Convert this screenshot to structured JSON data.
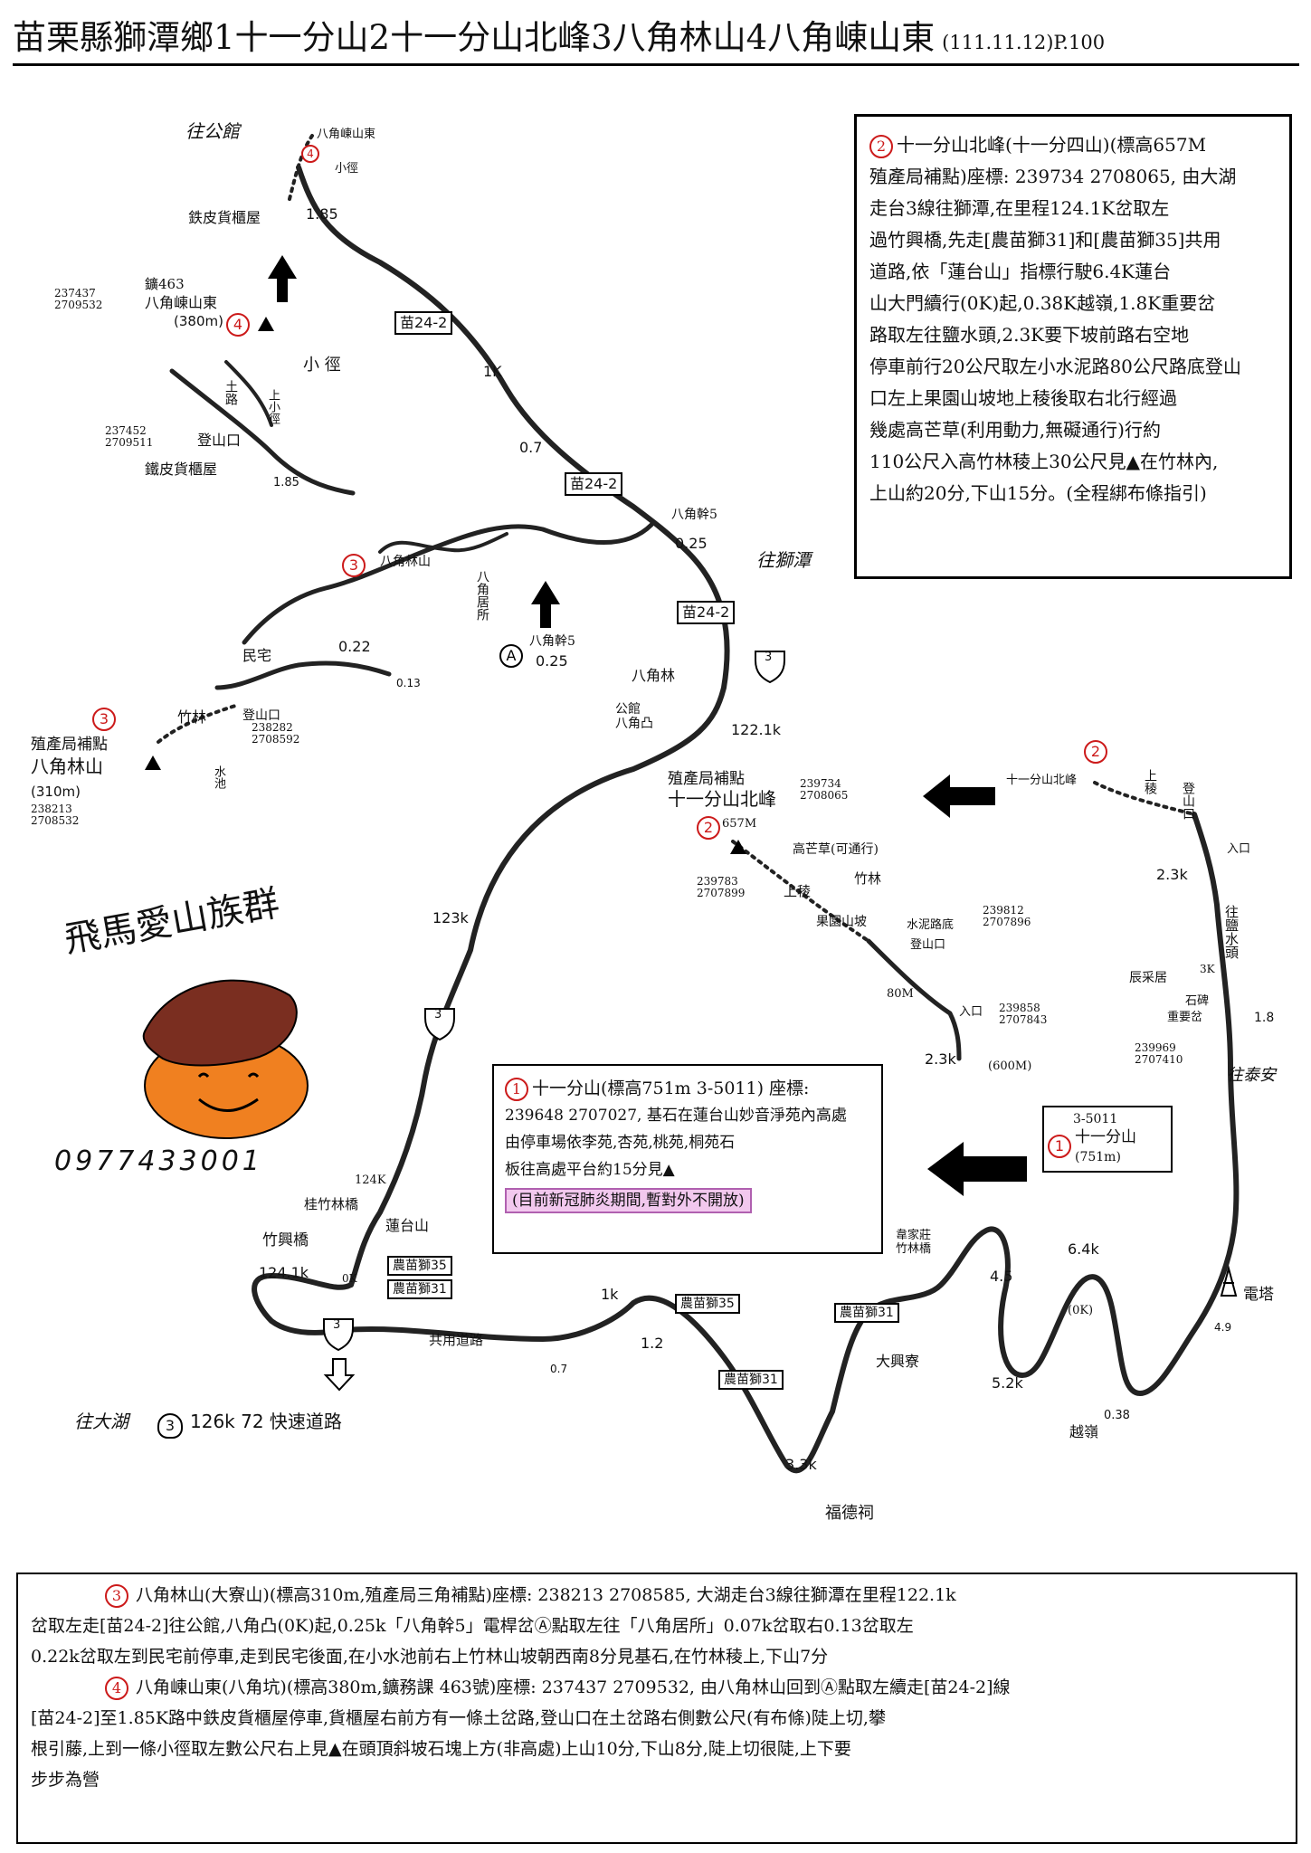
{
  "title": {
    "main": "苗栗縣獅潭鄉1十一分山2十一分山北峰3八角林山4八角崠山東",
    "code": "(111.11.12)P.100"
  },
  "colors": {
    "red": "#cc1a1a",
    "orange": "#f08020",
    "horse": "#7a2e20",
    "highlight": "#f2c8ee"
  },
  "icons": [
    "triangle-summit-icon",
    "arrow-up-icon",
    "arrow-left-icon",
    "arrow-down-outline-icon",
    "tower-icon",
    "parking-icon",
    "temple-icon",
    "horse-logo",
    "pumpkin-logo"
  ],
  "logo": {
    "text": "飛馬愛山族群",
    "phone": "0977433001"
  },
  "labels": {
    "to_gongguan": "往公館",
    "peak4_name": "八角崠山東",
    "small_path_top": "小徑",
    "iron_shop_top": "鉄皮貨櫃屋",
    "dist_185_top": "1.85",
    "mine_463": "鑛463",
    "coord4": "237437\n2709532",
    "peak4_main": "八角崠山東",
    "peak4_elev": "(380m)",
    "small_path": "小 徑",
    "upper_road": "土路",
    "up_small_path": "上小徑",
    "coord_trailhead": "237452\n2709511",
    "trailhead": "登山口",
    "iron_shop": "鐵皮貨櫃屋",
    "dist_185": "1.85",
    "road_242_a": "苗24-2",
    "dist_1k": "1K",
    "dist_07": "0.7",
    "road_242_b": "苗24-2",
    "bajiao_gan5": "八角幹5",
    "dist_025_top": "0.25",
    "to_shitan": "往獅潭",
    "road_242_c": "苗24-2",
    "peak3_name": "八角林山",
    "bajiao_house": "八角居所",
    "bajiao_gan5_b": "八角幹5",
    "a_mark": "A",
    "dist_025": "0.25",
    "dist_013": "0.13",
    "dist_022": "0.22",
    "minzhai": "民宅",
    "bamboo": "竹林",
    "trailhead3": "登山口",
    "coord3_trail": "238282\n2708592",
    "pond": "水池",
    "peak3_main": "八角林山",
    "peak3_agency": "殖產局補點",
    "peak3_elev": "(310m)",
    "coord3": "238213\n2708532",
    "bajiaolin": "八角林",
    "gongguan_bajiao": "公館\n八角凸",
    "km1221": "122.1k",
    "km123": "123k",
    "road3_a": "3",
    "road3_b": "3",
    "road3_c": "3",
    "agency2": "殖產局補點",
    "peak2_main": "十一分山北峰",
    "coord2": "239734\n2708065",
    "peak2_elev": "657M",
    "gaomang": "高芒草(可通行)",
    "bamboo2": "竹林",
    "ridge2": "上稜",
    "coord2_b": "239783\n2707899",
    "orchard": "果園山坡",
    "cement_road": "水泥路底",
    "trailhead2": "登山口",
    "coord2_c": "239812\n2707896",
    "dist_80m": "80M",
    "entrance": "入口",
    "coord2_d": "239858\n2707843",
    "km23_a": "2.3k",
    "km600m": "(600M)",
    "peak2_top": "十一分山北峰",
    "ridge_top": "上稜",
    "climb": "登山口",
    "entrance_r": "入口",
    "km23_b": "2.3k",
    "to_yanshui": "往鹽水頭",
    "chencaiju": "辰采居",
    "dist_3k": "3K",
    "shibei": "石碑",
    "zhongyao": "重要岔",
    "dist_18": "1.8",
    "coord_r": "239969\n2707410",
    "to_taian": "往泰安",
    "peak1_code": "3-5011",
    "peak1_name": "十一分山",
    "peak1_elev": "(751m)",
    "km124": "124K",
    "guizhu": "桂竹林橋",
    "zhuxing": "竹興橋",
    "liantai": "蓮台山",
    "km1241": "124.1k",
    "ok": "0K",
    "nongmiao35_a": "農苗獅35",
    "nongmiao31_a": "農苗獅31",
    "gongyong": "共用道路",
    "dist_07b": "0.7",
    "km1k": "1k",
    "nongmiao35_b": "農苗獅35",
    "km12": "1.2",
    "nongmiao31_b": "農苗獅31",
    "km33": "3.3k",
    "fude": "福德祠",
    "nongmiao31_c": "農苗獅31",
    "daxingliao": "大興寮",
    "weijiazhuang": "韋家莊\n竹林橋",
    "km45": "4.5",
    "km64": "6.4k",
    "ok_loop": "(0K)",
    "km52": "5.2k",
    "tower": "電塔",
    "dist_49": "4.9",
    "dist_038": "0.38",
    "yueling": "越嶺",
    "to_dahu": "往大湖",
    "road3_d": "3",
    "dahu_km": "126k 72 快速道路"
  },
  "note2": {
    "num": "2",
    "lines": [
      "十一分山北峰(十一分四山)(標高657M",
      "殖產局補點)座標: 239734 2708065, 由大湖",
      "走台3線往獅潭,在里程124.1K岔取左",
      "過竹興橋,先走[農苗獅31]和[農苗獅35]共用",
      "道路,依「蓮台山」指標行駛6.4K蓮台",
      "山大門續行(0K)起,0.38K越嶺,1.8K重要岔",
      "路取左往鹽水頭,2.3K要下坡前路右空地",
      "停車前行20公尺取左小水泥路80公尺路底登山",
      "口左上果園山坡地上稜後取右北行經過",
      "幾處高芒草(利用動力,無礙通行)行約",
      "110公尺入高竹林稜上30公尺見▲在竹林內,",
      "上山約20分,下山15分。(全程綁布條指引)"
    ]
  },
  "note1": {
    "num": "1",
    "head": "十一分山(標高751m 3-5011) 座標:",
    "lines": [
      "239648 2707027, 基石在蓮台山妙音淨苑內高處",
      "由停車場依李苑,杏苑,桃苑,桐苑石",
      "板往高處平台約15分見▲"
    ],
    "warning": "(目前新冠肺炎期間,暫對外不開放)"
  },
  "note3": {
    "num": "3",
    "lines": [
      "八角林山(大寮山)(標高310m,殖產局三角補點)座標: 238213 2708585, 大湖走台3線往獅潭在里程122.1k",
      "岔取左走[苗24-2]往公館,八角凸(0K)起,0.25k「八角幹5」電桿岔Ⓐ點取左往「八角居所」0.07k岔取右0.13岔取左",
      "0.22k岔取左到民宅前停車,走到民宅後面,在小水池前右上竹林山坡朝西南8分見基石,在竹林稜上,下山7分"
    ]
  },
  "note4": {
    "num": "4",
    "lines": [
      "八角崠山東(八角坑)(標高380m,鑛務課 463號)座標: 237437 2709532, 由八角林山回到Ⓐ點取左續走[苗24-2]線",
      "[苗24-2]至1.85K路中鉄皮貨櫃屋停車,貨櫃屋右前方有一條土岔路,登山口在土岔路右側數公尺(有布條)陡上切,攀",
      "根引藤,上到一條小徑取左數公尺右上見▲在頭頂斜坡石塊上方(非高處)上山10分,下山8分,陡上切很陡,上下要",
      "步步為營"
    ]
  }
}
